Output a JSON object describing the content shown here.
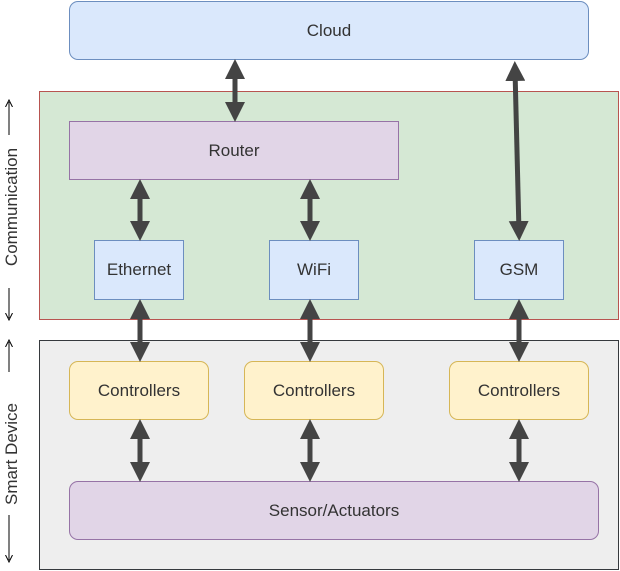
{
  "regions": {
    "communication": {
      "label": "Communication",
      "fill": "#d5e8d4",
      "stroke": "#b85450"
    },
    "smart_device": {
      "label": "Smart Device",
      "fill": "#eeeeee",
      "stroke": "#36393d"
    }
  },
  "nodes": {
    "cloud": {
      "label": "Cloud",
      "fill": "#dae8fc",
      "stroke": "#6c8ebf"
    },
    "router": {
      "label": "Router",
      "fill": "#e1d5e7",
      "stroke": "#9673a6"
    },
    "ethernet": {
      "label": "Ethernet",
      "fill": "#dae8fc",
      "stroke": "#6c8ebf"
    },
    "wifi": {
      "label": "WiFi",
      "fill": "#dae8fc",
      "stroke": "#6c8ebf"
    },
    "gsm": {
      "label": "GSM",
      "fill": "#dae8fc",
      "stroke": "#6c8ebf"
    },
    "controllers_1": {
      "label": "Controllers",
      "fill": "#fff2cc",
      "stroke": "#d6b656"
    },
    "controllers_2": {
      "label": "Controllers",
      "fill": "#fff2cc",
      "stroke": "#d6b656"
    },
    "controllers_3": {
      "label": "Controllers",
      "fill": "#fff2cc",
      "stroke": "#d6b656"
    },
    "sensors": {
      "label": "Sensor/Actuators",
      "fill": "#e1d5e7",
      "stroke": "#9673a6"
    }
  },
  "edges": [
    {
      "from": "cloud",
      "to": "router",
      "bidirectional": true
    },
    {
      "from": "cloud",
      "to": "gsm",
      "bidirectional": true
    },
    {
      "from": "router",
      "to": "ethernet",
      "bidirectional": true
    },
    {
      "from": "router",
      "to": "wifi",
      "bidirectional": true
    },
    {
      "from": "ethernet",
      "to": "controllers_1",
      "bidirectional": true
    },
    {
      "from": "wifi",
      "to": "controllers_2",
      "bidirectional": true
    },
    {
      "from": "gsm",
      "to": "controllers_3",
      "bidirectional": true
    },
    {
      "from": "controllers_1",
      "to": "sensors",
      "bidirectional": true
    },
    {
      "from": "controllers_2",
      "to": "sensors",
      "bidirectional": true
    },
    {
      "from": "controllers_3",
      "to": "sensors",
      "bidirectional": true
    }
  ],
  "colors": {
    "arrow": "#444444",
    "thin_arrow": "#000000",
    "text": "#333333"
  }
}
